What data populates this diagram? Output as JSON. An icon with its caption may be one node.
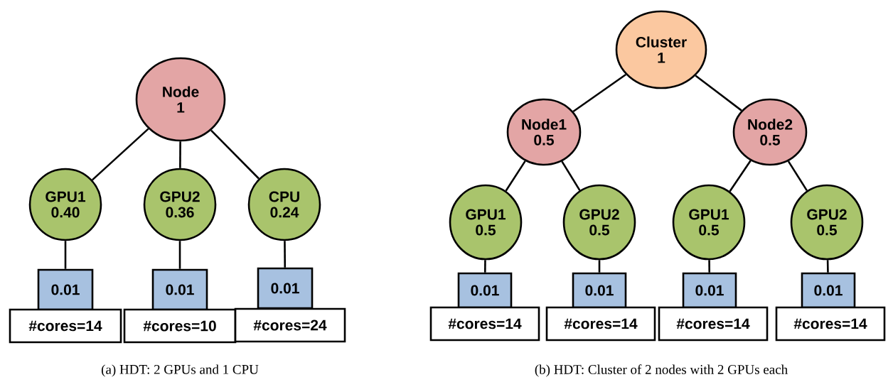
{
  "diagram": {
    "nodes": [
      {
        "text": [
          "Node",
          "1"
        ]
      },
      {
        "text": [
          "GPU1",
          "0.40"
        ]
      },
      {
        "text": [
          "GPU2",
          "0.36"
        ]
      },
      {
        "text": [
          "CPU",
          "0.24"
        ]
      },
      {
        "text": [
          "0.01"
        ]
      },
      {
        "text": [
          "#cores=14"
        ]
      },
      {
        "text": [
          "0.01"
        ]
      },
      {
        "text": [
          "#cores=10"
        ]
      },
      {
        "text": [
          "0.01"
        ]
      },
      {
        "text": [
          "#cores=24"
        ]
      },
      {
        "text": [
          "Cluster",
          "1"
        ]
      },
      {
        "text": [
          "Node1",
          "0.5"
        ]
      },
      {
        "text": [
          "Node2",
          "0.5"
        ]
      },
      {
        "text": [
          "GPU1",
          "0.5"
        ]
      },
      {
        "text": [
          "GPU2",
          "0.5"
        ]
      },
      {
        "text": [
          "GPU1",
          "0.5"
        ]
      },
      {
        "text": [
          "GPU2",
          "0.5"
        ]
      },
      {
        "text": [
          "0.01"
        ]
      },
      {
        "text": [
          "#cores=14"
        ]
      },
      {
        "text": [
          "0.01"
        ]
      },
      {
        "text": [
          "#cores=14"
        ]
      },
      {
        "text": [
          "0.01"
        ]
      },
      {
        "text": [
          "#cores=14"
        ]
      },
      {
        "text": [
          "0.01"
        ]
      },
      {
        "text": [
          "#cores=14"
        ]
      }
    ],
    "edges": [
      {
        "from": 0,
        "to": 1,
        "arrow": "none"
      },
      {
        "from": 0,
        "to": 2,
        "arrow": "none"
      },
      {
        "from": 0,
        "to": 3,
        "arrow": "none"
      },
      {
        "from": 1,
        "to": 4,
        "arrow": "none"
      },
      {
        "from": 2,
        "to": 6,
        "arrow": "none"
      },
      {
        "from": 3,
        "to": 8,
        "arrow": "none"
      },
      {
        "from": 10,
        "to": 11,
        "arrow": "none"
      },
      {
        "from": 10,
        "to": 12,
        "arrow": "none"
      },
      {
        "from": 11,
        "to": 13,
        "arrow": "none"
      },
      {
        "from": 11,
        "to": 14,
        "arrow": "none"
      },
      {
        "from": 12,
        "to": 15,
        "arrow": "none"
      },
      {
        "from": 12,
        "to": 16,
        "arrow": "none"
      },
      {
        "from": 13,
        "to": 17,
        "arrow": "none"
      },
      {
        "from": 14,
        "to": 19,
        "arrow": "none"
      },
      {
        "from": 15,
        "to": 21,
        "arrow": "none"
      },
      {
        "from": 16,
        "to": 23,
        "arrow": "none"
      }
    ],
    "labels": [
      "(a) HDT: 2 GPUs and 1 CPU",
      "(b) HDT: Cluster of 2 nodes with 2 GPUs each"
    ]
  }
}
